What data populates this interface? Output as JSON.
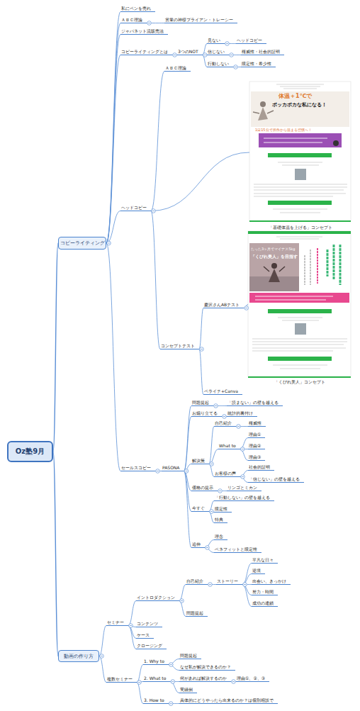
{
  "diagram": {
    "nodes": [
      {
        "text": [
          "Oz塾9月"
        ]
      },
      {
        "text": [
          "コピーライティング"
        ]
      },
      {
        "text": [
          "私にペンを売れ"
        ]
      },
      {
        "text": [
          "ＡＢＣ理論"
        ]
      },
      {
        "text": [
          "営業の神様ブライアン・トレーシー"
        ]
      },
      {
        "text": [
          "ジャパネット流販売法"
        ]
      },
      {
        "text": [
          "コピーライティングとは"
        ]
      },
      {
        "text": [
          "3つのNOT"
        ]
      },
      {
        "text": [
          "見ない"
        ]
      },
      {
        "text": [
          "ヘッドコピー"
        ]
      },
      {
        "text": [
          "信じない"
        ]
      },
      {
        "text": [
          "権威性・社会的証明"
        ]
      },
      {
        "text": [
          "行動しない"
        ]
      },
      {
        "text": [
          "限定性・希少性"
        ]
      },
      {
        "text": [
          "ヘッドコピー"
        ]
      },
      {
        "text": [
          "ＡＢＣ理論"
        ]
      },
      {
        "text": [
          "「基礎体温を上げる」コンセプト"
        ]
      },
      {
        "text": [
          "コンセプトテスト"
        ]
      },
      {
        "text": [
          "慶沢さんABテスト"
        ]
      },
      {
        "text": [
          "「くびれ美人」コンセプト"
        ]
      },
      {
        "text": [
          "ペライチ+Canva"
        ]
      },
      {
        "text": [
          "セールスコピー"
        ]
      },
      {
        "text": [
          "PASONA"
        ]
      },
      {
        "text": [
          "問題提起"
        ]
      },
      {
        "text": [
          "「読まない」の壁を越える"
        ]
      },
      {
        "text": [
          "お煽り立てる"
        ]
      },
      {
        "text": [
          "統計的裏付け"
        ]
      },
      {
        "text": [
          "解決策"
        ]
      },
      {
        "text": [
          "自己紹介"
        ]
      },
      {
        "text": [
          "権威性"
        ]
      },
      {
        "text": [
          "What to"
        ]
      },
      {
        "text": [
          "理由①"
        ]
      },
      {
        "text": [
          "理由②"
        ]
      },
      {
        "text": [
          "理由③"
        ]
      },
      {
        "text": [
          "お客様の声"
        ]
      },
      {
        "text": [
          "社会的証明"
        ]
      },
      {
        "text": [
          "「信じない」の壁を越える"
        ]
      },
      {
        "text": [
          "価格の提示"
        ]
      },
      {
        "text": [
          "リンゴとミカン"
        ]
      },
      {
        "text": [
          "今すぐ"
        ]
      },
      {
        "text": [
          "「行動しない」の壁を越える"
        ]
      },
      {
        "text": [
          "限定性"
        ]
      },
      {
        "text": [
          "特典"
        ]
      },
      {
        "text": [
          "追伸"
        ]
      },
      {
        "text": [
          "理念"
        ]
      },
      {
        "text": [
          "ベネフィットと限定性"
        ]
      },
      {
        "text": [
          "動画の作り方"
        ]
      },
      {
        "text": [
          "セミナー"
        ]
      },
      {
        "text": [
          "イントロダクション"
        ]
      },
      {
        "text": [
          "自己紹介"
        ]
      },
      {
        "text": [
          "ストーリー"
        ]
      },
      {
        "text": [
          "平凡な日々"
        ]
      },
      {
        "text": [
          "逆境"
        ]
      },
      {
        "text": [
          "出会い、きっかけ"
        ]
      },
      {
        "text": [
          "努力・時間"
        ]
      },
      {
        "text": [
          "成功の連鎖"
        ]
      },
      {
        "text": [
          "問題提起"
        ]
      },
      {
        "text": [
          "コンテンツ"
        ]
      },
      {
        "text": [
          "ケース"
        ]
      },
      {
        "text": [
          "クロージング"
        ]
      },
      {
        "text": [
          "複数セミナー"
        ]
      },
      {
        "text": [
          "1.  Why to"
        ]
      },
      {
        "text": [
          "問題提起"
        ]
      },
      {
        "text": [
          "なぜ私が解決できるのか？"
        ]
      },
      {
        "text": [
          "2.  What to"
        ]
      },
      {
        "text": [
          "何があれば解決するのか"
        ]
      },
      {
        "text": [
          "理由①、②、③"
        ]
      },
      {
        "text": [
          "実績例"
        ]
      },
      {
        "text": [
          "3.  How to"
        ]
      },
      {
        "text": [
          "具体的にどうやったら出来るのか？は個別相談で"
        ]
      }
    ],
    "edges": [
      {
        "from": 0,
        "to": 1,
        "arrow": "none"
      },
      {
        "from": 1,
        "to": 2,
        "arrow": "none"
      },
      {
        "from": 1,
        "to": 3,
        "arrow": "none"
      },
      {
        "from": 3,
        "to": 4,
        "arrow": "none"
      },
      {
        "from": 1,
        "to": 5,
        "arrow": "none"
      },
      {
        "from": 1,
        "to": 6,
        "arrow": "none"
      },
      {
        "from": 6,
        "to": 7,
        "arrow": "none"
      },
      {
        "from": 7,
        "to": 8,
        "arrow": "none"
      },
      {
        "from": 8,
        "to": 9,
        "arrow": "none"
      },
      {
        "from": 7,
        "to": 10,
        "arrow": "none"
      },
      {
        "from": 10,
        "to": 11,
        "arrow": "none"
      },
      {
        "from": 7,
        "to": 12,
        "arrow": "none"
      },
      {
        "from": 12,
        "to": 13,
        "arrow": "none"
      },
      {
        "from": 1,
        "to": 14,
        "arrow": "none"
      },
      {
        "from": 14,
        "to": 15,
        "arrow": "none"
      },
      {
        "from": 14,
        "to": 16,
        "arrow": "none"
      },
      {
        "from": 14,
        "to": 17,
        "arrow": "none"
      },
      {
        "from": 17,
        "to": 18,
        "arrow": "none"
      },
      {
        "from": 18,
        "to": 19,
        "arrow": "none"
      },
      {
        "from": 17,
        "to": 20,
        "arrow": "none"
      },
      {
        "from": 1,
        "to": 21,
        "arrow": "none"
      },
      {
        "from": 21,
        "to": 22,
        "arrow": "none"
      },
      {
        "from": 22,
        "to": 23,
        "arrow": "none"
      },
      {
        "from": 23,
        "to": 24,
        "arrow": "none"
      },
      {
        "from": 22,
        "to": 25,
        "arrow": "none"
      },
      {
        "from": 25,
        "to": 26,
        "arrow": "none"
      },
      {
        "from": 22,
        "to": 27,
        "arrow": "none"
      },
      {
        "from": 27,
        "to": 28,
        "arrow": "none"
      },
      {
        "from": 28,
        "to": 29,
        "arrow": "none"
      },
      {
        "from": 27,
        "to": 30,
        "arrow": "none"
      },
      {
        "from": 30,
        "to": 31,
        "arrow": "none"
      },
      {
        "from": 30,
        "to": 32,
        "arrow": "none"
      },
      {
        "from": 30,
        "to": 33,
        "arrow": "none"
      },
      {
        "from": 27,
        "to": 34,
        "arrow": "none"
      },
      {
        "from": 34,
        "to": 35,
        "arrow": "none"
      },
      {
        "from": 34,
        "to": 36,
        "arrow": "none"
      },
      {
        "from": 22,
        "to": 37,
        "arrow": "none"
      },
      {
        "from": 37,
        "to": 38,
        "arrow": "none"
      },
      {
        "from": 22,
        "to": 39,
        "arrow": "none"
      },
      {
        "from": 39,
        "to": 40,
        "arrow": "none"
      },
      {
        "from": 39,
        "to": 41,
        "arrow": "none"
      },
      {
        "from": 39,
        "to": 42,
        "arrow": "none"
      },
      {
        "from": 22,
        "to": 43,
        "arrow": "none"
      },
      {
        "from": 43,
        "to": 44,
        "arrow": "none"
      },
      {
        "from": 43,
        "to": 45,
        "arrow": "none"
      },
      {
        "from": 0,
        "to": 46,
        "arrow": "none"
      },
      {
        "from": 46,
        "to": 47,
        "arrow": "none"
      },
      {
        "from": 47,
        "to": 48,
        "arrow": "none"
      },
      {
        "from": 48,
        "to": 49,
        "arrow": "none"
      },
      {
        "from": 49,
        "to": 50,
        "arrow": "none"
      },
      {
        "from": 50,
        "to": 51,
        "arrow": "none"
      },
      {
        "from": 50,
        "to": 52,
        "arrow": "none"
      },
      {
        "from": 50,
        "to": 53,
        "arrow": "none"
      },
      {
        "from": 50,
        "to": 54,
        "arrow": "none"
      },
      {
        "from": 50,
        "to": 55,
        "arrow": "none"
      },
      {
        "from": 48,
        "to": 56,
        "arrow": "none"
      },
      {
        "from": 47,
        "to": 57,
        "arrow": "none"
      },
      {
        "from": 47,
        "to": 58,
        "arrow": "none"
      },
      {
        "from": 47,
        "to": 59,
        "arrow": "none"
      },
      {
        "from": 46,
        "to": 60,
        "arrow": "none"
      },
      {
        "from": 60,
        "to": 61,
        "arrow": "none"
      },
      {
        "from": 61,
        "to": 62,
        "arrow": "none"
      },
      {
        "from": 61,
        "to": 63,
        "arrow": "none"
      },
      {
        "from": 60,
        "to": 64,
        "arrow": "none"
      },
      {
        "from": 64,
        "to": 65,
        "arrow": "none"
      },
      {
        "from": 65,
        "to": 66,
        "arrow": "none"
      },
      {
        "from": 64,
        "to": 67,
        "arrow": "none"
      },
      {
        "from": 60,
        "to": 68,
        "arrow": "none"
      },
      {
        "from": 68,
        "to": 69,
        "arrow": "none"
      }
    ],
    "labels": [
      "体温＋1℃で",
      "ポッカポカな私になる！",
      "1日15分で所作から温まる習慣へ！",
      "たった3ヶ月でマイナス5kg",
      "「くびれ美人」を目指す"
    ]
  }
}
